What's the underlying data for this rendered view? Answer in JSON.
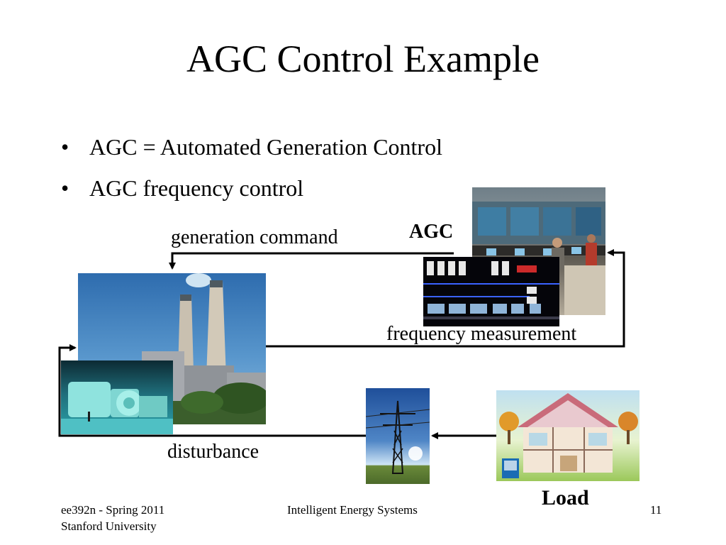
{
  "slide": {
    "title": "AGC Control Example",
    "bullets": [
      "AGC = Automated Generation Control",
      "AGC frequency control"
    ],
    "bullet_glyph": "•"
  },
  "diagram": {
    "agc_label": "AGC",
    "generation_command_label": "generation command",
    "frequency_measurement_label": "frequency measurement",
    "disturbance_label": "disturbance",
    "load_label": "Load"
  },
  "footer": {
    "course": "ee392n - Spring 2011",
    "university": "Stanford University",
    "center": "Intelligent Energy Systems",
    "page_number": "11"
  },
  "images": {
    "control_room": "control-room-photo",
    "scada_diagram": "scada-one-line-diagram",
    "power_plant": "power-plant-smokestacks-photo",
    "turbine": "turbine-generator-hall-photo",
    "transmission_tower": "transmission-tower-photo",
    "house": "energy-star-house-illustration"
  },
  "colors": {
    "text": "#000000",
    "background": "#ffffff",
    "sky": "#2f6fb0"
  }
}
